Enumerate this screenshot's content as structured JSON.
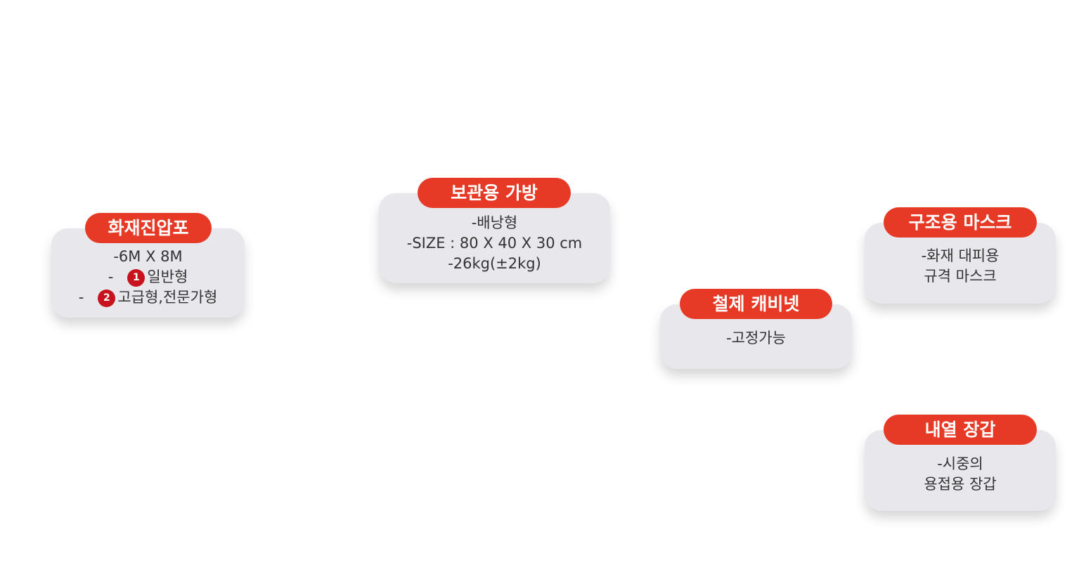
{
  "cards": [
    {
      "id": "fire",
      "title": "화재진압포",
      "lines": [
        "-6M X 8M"
      ],
      "options": [
        {
          "prefix": "-",
          "badge": "1",
          "text": "일반형"
        },
        {
          "prefix": "-",
          "badge": "2",
          "text": "고급형,전문가형"
        }
      ]
    },
    {
      "id": "bag",
      "title": "보관용 가방",
      "lines": [
        "-배낭형",
        "-SIZE : 80 X 40 X 30 cm",
        "-26kg(±2kg)"
      ]
    },
    {
      "id": "cabinet",
      "title": "철제 캐비넷",
      "lines": [
        "-고정가능"
      ]
    },
    {
      "id": "mask",
      "title": "구조용 마스크",
      "lines": [
        "-화재 대피용",
        "규격 마스크"
      ]
    },
    {
      "id": "glove",
      "title": "내열 장갑",
      "lines": [
        "-시중의",
        "용접용 장갑"
      ]
    }
  ],
  "colors": {
    "label_bg": "#e63a26",
    "card_bg": "#e7e7ec",
    "badge_bg": "#c8121e",
    "text": "#333333"
  }
}
